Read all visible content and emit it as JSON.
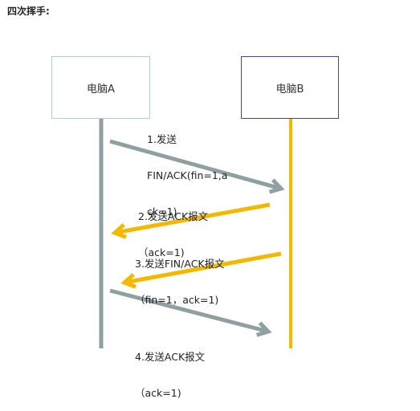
{
  "heading": "四次挥手:",
  "nodes": {
    "a": {
      "label": "电脑A",
      "color": "#8fa0a3"
    },
    "b": {
      "label": "电脑B",
      "color": "#f5b800"
    }
  },
  "messages": [
    {
      "label_lines": [
        "1.发送",
        "FIN/ACK(fin=1,a",
        "ck=1)"
      ],
      "from": "a",
      "to": "b",
      "color": "#8fa0a3"
    },
    {
      "label_lines": [
        "2.发送ACK报文",
        "（ack=1)"
      ],
      "from": "b",
      "to": "a",
      "color": "#f5b800"
    },
    {
      "label_lines": [
        "3.发送FIN/ACK报文",
        "（fin=1，ack=1)"
      ],
      "from": "b",
      "to": "a",
      "color": "#f5b800"
    },
    {
      "label_lines": [
        "4.发送ACK报文",
        "（ack=1)"
      ],
      "from": "a",
      "to": "b",
      "color": "#8fa0a3"
    }
  ]
}
